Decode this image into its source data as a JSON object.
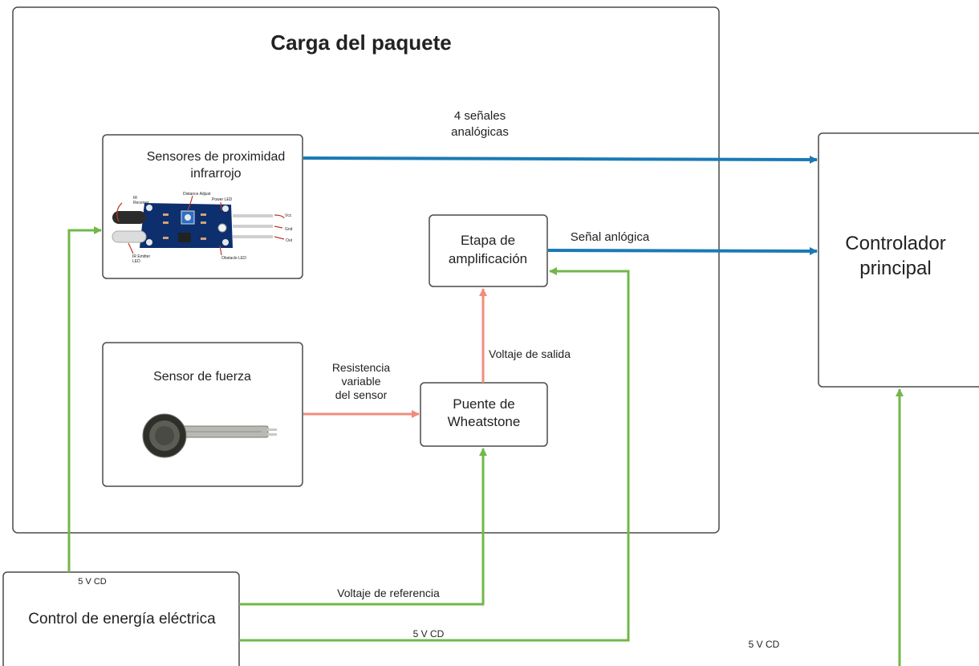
{
  "title": "Carga del paquete",
  "blocks": {
    "ir_sensor": "Sensores de proximidad\ninfrarrojo",
    "force_sensor": "Sensor de fuerza",
    "amplifier": "Etapa de\namplificación",
    "bridge": "Puente de\nWheatstone",
    "controller": "Controlador\nprincipal",
    "power": "Control de energía eléctrica"
  },
  "ir_module_labels": {
    "ir_receiver": "IR\nReceiver",
    "distance_adjust": "Distance Adjust",
    "power_led": "Power LED",
    "vcc": "Vcc",
    "gnd": "Gnd",
    "out": "Out",
    "ir_emitter": "IR Emitter\nLED",
    "obstacle_led": "Obstacle LED"
  },
  "connections": {
    "ir_to_controller": "4 señales\nanalógicas",
    "amp_to_controller": "Señal anlógica",
    "force_to_bridge": "Resistencia\nvariable\ndel  sensor",
    "bridge_to_amp": "Voltaje de salida",
    "power_to_ir": "5 V CD",
    "power_to_bridge": "Voltaje de referencia",
    "power_to_amp": "5 V  CD",
    "power_to_controller": "5 V  CD"
  },
  "colors": {
    "signal_blue": "#1a7ab5",
    "power_green": "#72b74a",
    "sensor_salmon": "#f08c7e",
    "pcb_blue": "#0d2f6e"
  }
}
